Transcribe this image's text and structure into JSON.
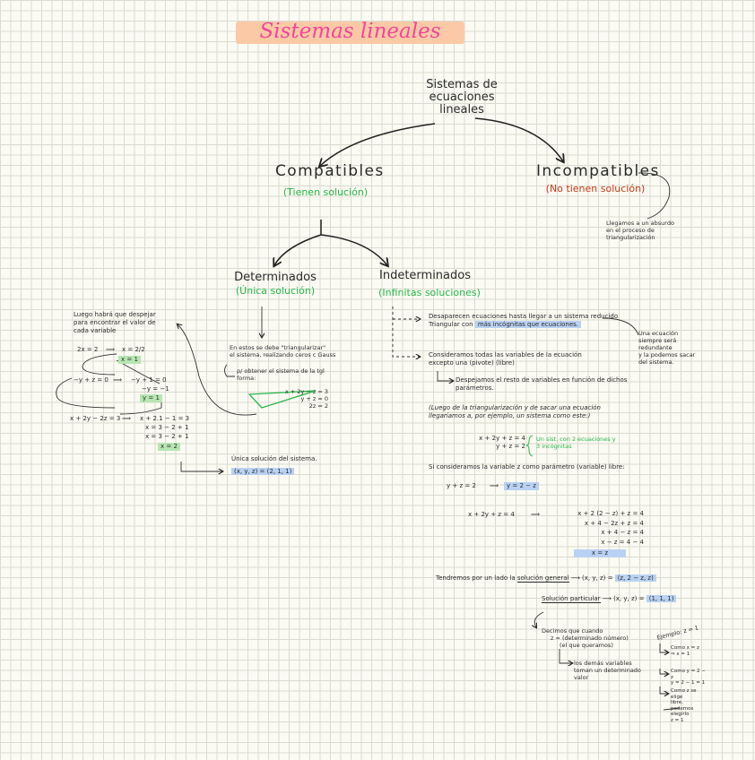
{
  "title": "Sistemas lineales",
  "root": [
    "Sistemas de",
    "ecuaciones",
    "lineales"
  ],
  "compatibles": {
    "label": "Compatibles",
    "note": "(Tienen solución)"
  },
  "incompatibles": {
    "label": "Incompatibles",
    "note": "(No tienen solución)",
    "side_note": [
      "Llegamos a un absurdo",
      "en el proceso de",
      "triangularización"
    ]
  },
  "determinados": {
    "label": "Determinados",
    "note": "(Única solución)"
  },
  "indeterminados": {
    "label": "Indeterminados",
    "note": "(Infinitas soluciones)"
  },
  "left_note": [
    "Luego habrá que despejar",
    "para encontrar el valor de",
    "cada variable"
  ],
  "left_eq": {
    "a1": "2x = 2",
    "a2": "x = 2/2",
    "a3": "x = 1",
    "b1": "−y + z = 0",
    "b2": "−y + 1 = 0",
    "b3": "−y = −1",
    "b4": "y = 1",
    "c1": "x + 2y − 2z = 3",
    "c2": "x + 2.1 − 1 = 3",
    "c3": "x = 3 − 2 + 1",
    "c4": "x = 3 − 2 + 1",
    "c5": "x = 2"
  },
  "det_note": [
    "En estos se debe \"triangularizar\"",
    "el sistema, realizando ceros c Gauss"
  ],
  "det_sub": [
    "p/ obtener el sistema de la tgl",
    "forma:"
  ],
  "tri": [
    "x + 2y − z = 3",
    "y + z = 0",
    "2z = 2"
  ],
  "unique": {
    "label": "Única solución del sistema.",
    "val": "(x, y, z) = (2, 1, 1)"
  },
  "ind1": {
    "l1": "Desaparecen ecuaciones hasta llegar a un sistema reducido",
    "l2": "Triangular con",
    "hl": "más incógnitas que ecuaciones."
  },
  "side_icon_note": [
    "Una ecuación",
    "siempre será redundante",
    "y la podemos sacar",
    "del sistema."
  ],
  "ind2": [
    "Consideramos todas las variables de la ecuación",
    "excepto una (pivote) (libre)"
  ],
  "ind3": [
    "Despejamos el resto de variables en función de dichos",
    "parámetros."
  ],
  "ind4": [
    "(Luego de la triangularización y de sacar una ecuación",
    "llegaríamos a, por ejemplo, un sistema como este:)"
  ],
  "sys": [
    "x + 2y + z = 4",
    "y + z = 2"
  ],
  "sys_note": [
    "Un sist. con 2 ecuaciones y",
    "3 incógnitas"
  ],
  "param": "Si consideramos la variable z como parámetro (variable) libre:",
  "step1": {
    "eq": "y + z = 2",
    "arrow": "⟹",
    "res": "y = 2 − z"
  },
  "step2": {
    "eq": "x + 2y + z = 4",
    "arrow": "⟹",
    "lines": [
      "x + 2 (2 − z) + z = 4",
      "x + 4 − 2z + z = 4",
      "x + 4 − z = 4",
      "x − z = 4 − 4"
    ],
    "res": "x = z"
  },
  "general": {
    "label": "Tendremos por un lado la",
    "u": "solución general",
    "arrow": "⟶",
    "xyz": "(x, y, z) =",
    "val": "(z, 2 − z, z)"
  },
  "particular": {
    "u": "Solución particular",
    "arrow": "⟶",
    "xyz": "(x, y, z) =",
    "val": "(1, 1, 1)"
  },
  "bottom1": [
    "Decimos que cuando",
    "z = (determinado número)",
    "(el que queramos)"
  ],
  "bottom2": [
    "los demás variables",
    "toman un determinado valor"
  ],
  "ex_head": "Ejemplo: z = 1",
  "ex1": [
    "Como x = z",
    "⇒ x = 1"
  ],
  "ex2": [
    "Como y = 2 − z",
    "y = 2 − 1 = 1"
  ],
  "ex3": [
    "Como z se elige",
    "libre, podemos",
    "elegirlo",
    "z = 1"
  ],
  "colors": {
    "pink": "#f2459b",
    "green": "#27b84a",
    "red": "#c93a1c",
    "highlight_orange": "#fbc9a6",
    "highlight_green": "#b7e6b3",
    "highlight_blue": "#b9d1f2"
  }
}
